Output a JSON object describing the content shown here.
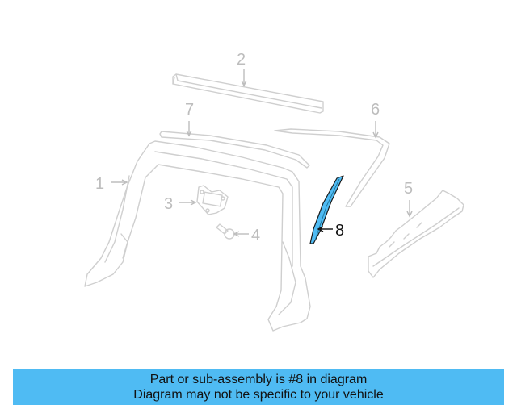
{
  "diagram": {
    "highlight_color": "#4fbbf3",
    "callouts": [
      {
        "id": "1",
        "label": "1"
      },
      {
        "id": "2",
        "label": "2"
      },
      {
        "id": "3",
        "label": "3"
      },
      {
        "id": "4",
        "label": "4"
      },
      {
        "id": "5",
        "label": "5"
      },
      {
        "id": "6",
        "label": "6"
      },
      {
        "id": "7",
        "label": "7"
      },
      {
        "id": "8",
        "label": "8",
        "highlighted": true
      }
    ]
  },
  "banner": {
    "line1": "Part or sub-assembly is #8 in diagram",
    "line2": "Diagram may not be specific to your vehicle",
    "background": "#4fbbf3"
  }
}
